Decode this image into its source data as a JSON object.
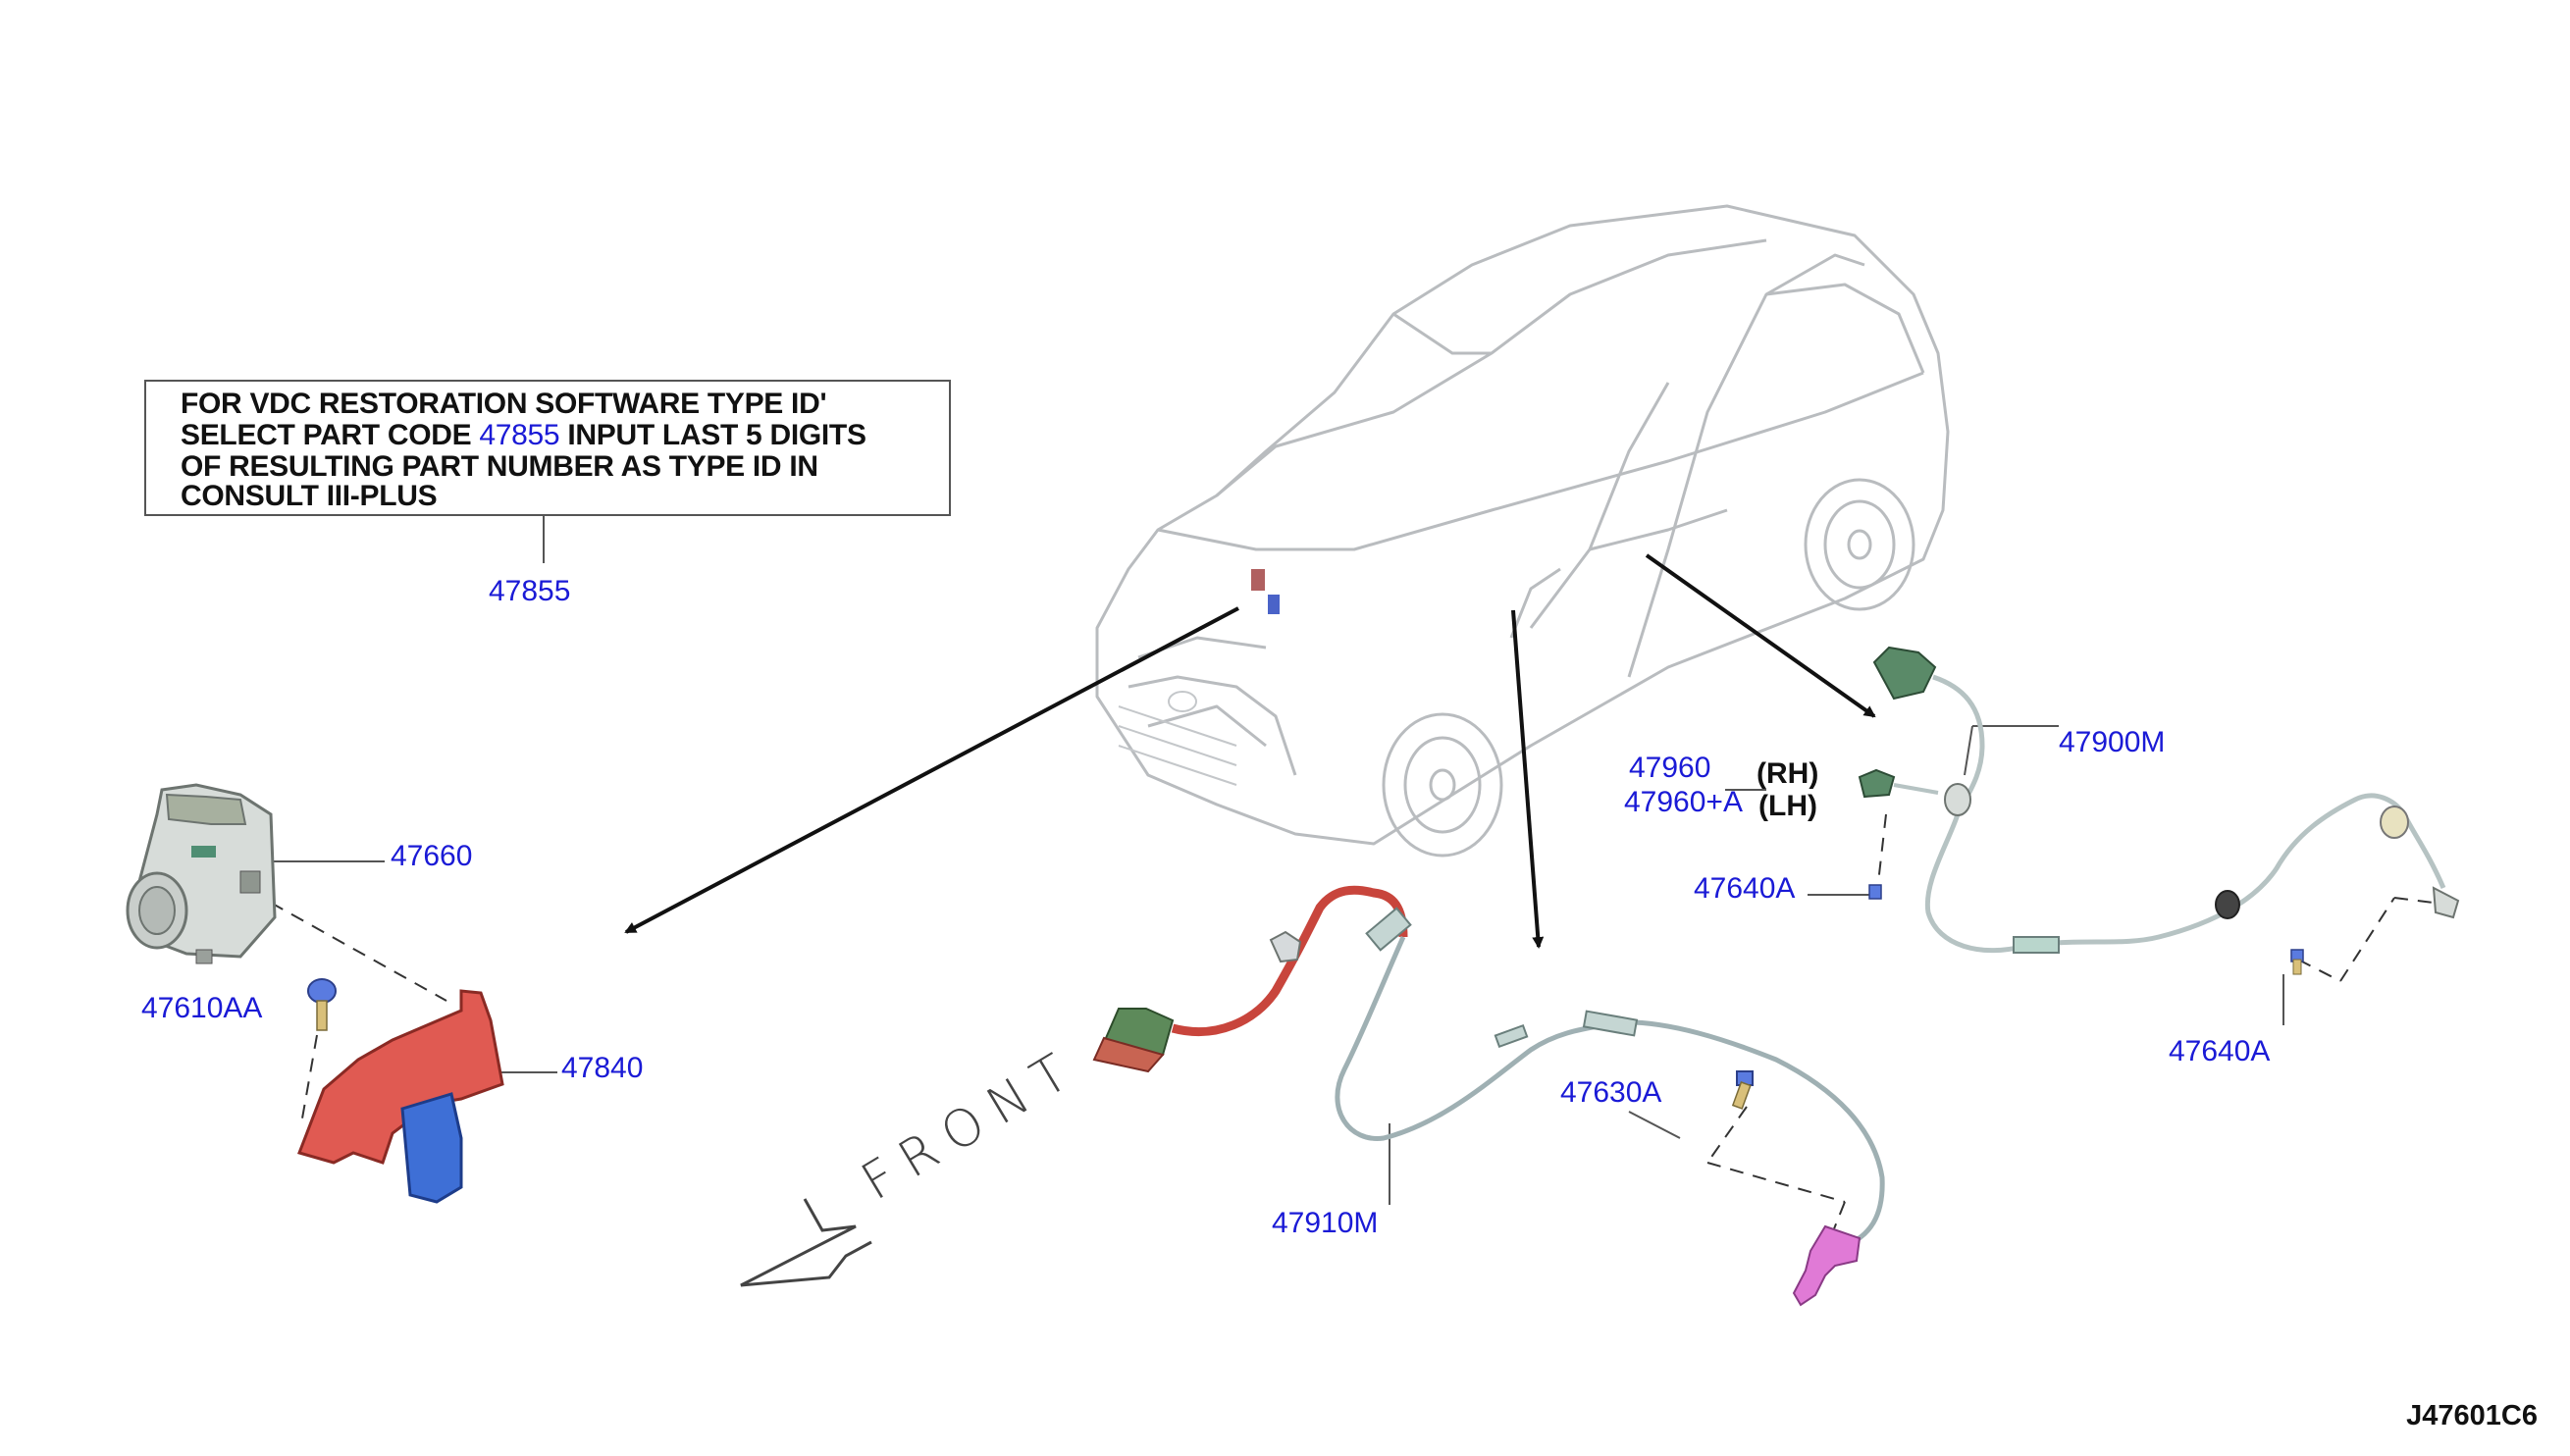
{
  "note": {
    "line1": "FOR VDC RESTORATION SOFTWARE TYPE ID'",
    "line2_before": "SELECT PART CODE ",
    "line2_code": "47855",
    "line2_after": " INPUT LAST 5 DIGITS",
    "line3": "OF RESULTING PART NUMBER AS TYPE ID IN",
    "line4": "CONSULT III-PLUS"
  },
  "labels": {
    "p47855": "47855",
    "p47660": "47660",
    "p47610AA": "47610AA",
    "p47840": "47840",
    "p47910M": "47910M",
    "p47630A": "47630A",
    "p47960": "47960",
    "p47960A": "47960+A",
    "rh": "(RH)",
    "lh": "(LH)",
    "p47640A_top": "47640A",
    "p47900M": "47900M",
    "p47640A_bottom": "47640A"
  },
  "front_text": "FRONT",
  "ref_code": "J47601C6",
  "colors": {
    "label_blue": "#1a1ad6",
    "bracket_red": "#d9534f",
    "bracket_blue": "#3a64d8",
    "harness_red": "#c8453c",
    "sensor_pink": "#e07ad6",
    "connector_green": "#4e8a52",
    "cable_grey": "#bcc6c8"
  }
}
